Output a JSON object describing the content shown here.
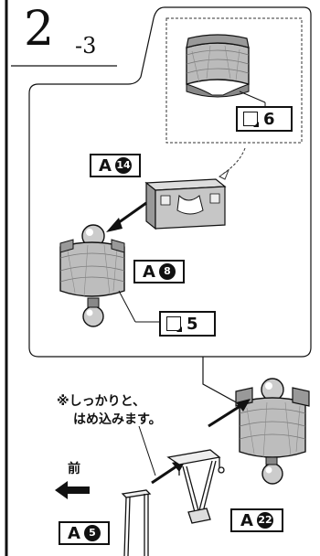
{
  "step": {
    "number": "2",
    "sub": "-3"
  },
  "stickers": [
    {
      "id": "sticker-6",
      "number": "6"
    },
    {
      "id": "sticker-5",
      "number": "5"
    }
  ],
  "parts": [
    {
      "id": "part-a14",
      "letter": "A",
      "number": "14"
    },
    {
      "id": "part-a8",
      "letter": "A",
      "number": "8"
    },
    {
      "id": "part-a22",
      "letter": "A",
      "number": "22"
    },
    {
      "id": "part-a5",
      "letter": "A",
      "number": "5"
    }
  ],
  "note": {
    "line1": "※しっかりと、",
    "line2": "はめ込みます。"
  },
  "direction_label": "前"
}
